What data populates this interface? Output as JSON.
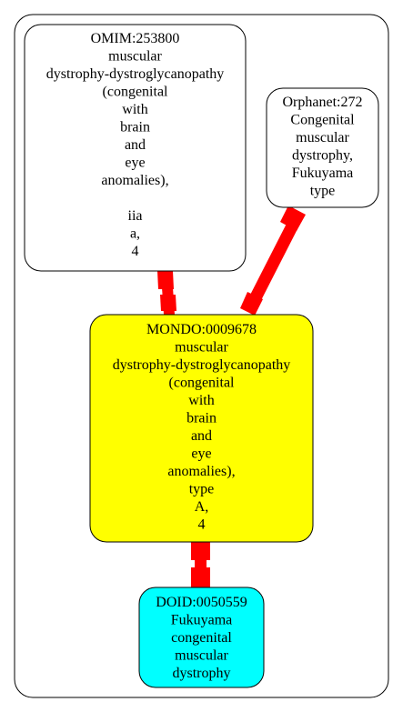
{
  "colors": {
    "edge": "#ff0000",
    "node_border": "#000000",
    "node_default_fill": "#ffffff",
    "node_focus_fill": "#ffff00",
    "node_doid_fill": "#00ffff"
  },
  "nodes": {
    "omim": {
      "fill": "#ffffff",
      "lines": [
        "OMIM:253800",
        "muscular",
        "dystrophy-dystroglycanopathy",
        "(congenital",
        "with",
        "brain",
        "and",
        "eye",
        "anomalies),",
        "",
        "iia",
        "a,",
        "4"
      ]
    },
    "orphanet": {
      "fill": "#ffffff",
      "lines": [
        "Orphanet:272",
        "Congenital",
        "muscular",
        "dystrophy,",
        "Fukuyama",
        "type"
      ]
    },
    "mondo": {
      "fill": "#ffff00",
      "lines": [
        "MONDO:0009678",
        "muscular",
        "dystrophy-dystroglycanopathy",
        "(congenital",
        "with",
        "brain",
        "and",
        "eye",
        "anomalies),",
        "type",
        "A,",
        "4"
      ]
    },
    "doid": {
      "fill": "#00ffff",
      "lines": [
        "DOID:0050559",
        "Fukuyama",
        "congenital",
        "muscular",
        "dystrophy"
      ]
    }
  },
  "edges": [
    {
      "from": "omim",
      "to": "mondo"
    },
    {
      "from": "orphanet",
      "to": "mondo"
    },
    {
      "from": "mondo",
      "to": "doid"
    }
  ]
}
